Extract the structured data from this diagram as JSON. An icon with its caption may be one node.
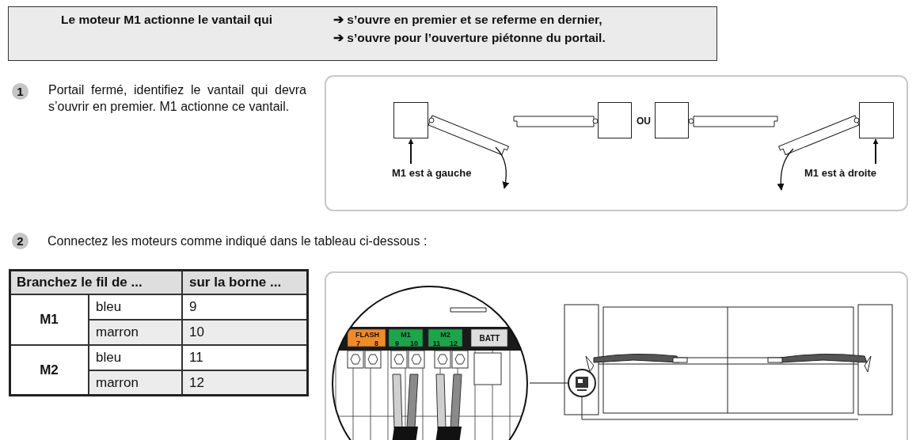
{
  "diagram": {
    "nodes": [
      {
        "text": [
          "Le moteur M1 actionne le vantail qui",
          "➔ s’ouvre en premier et se referme en dernier,",
          "➔ s’ouvre pour l’ouverture piétonne du portail."
        ]
      },
      {
        "text": [],
        "shape": "box"
      },
      {
        "text": [],
        "shape": "box"
      },
      {
        "text": [],
        "shape": "box"
      },
      {
        "text": [],
        "shape": "box"
      },
      {
        "text": [
          "M1 est à gauche"
        ]
      },
      {
        "text": [
          "M1 est à droite"
        ]
      },
      {
        "text": [],
        "shape": "circle"
      },
      {
        "text": [],
        "shape": "circle"
      }
    ],
    "edges": [
      {
        "from": 5,
        "to": 1,
        "arrow": "to"
      },
      {
        "from": 6,
        "to": 4,
        "arrow": "to"
      },
      {
        "from": 7,
        "to": 8,
        "arrow": "none"
      }
    ],
    "labels": [
      "1",
      "Portail fermé, identifiez le vantail qui devra s’ouvrir en premier. M1 actionne ce vantail.",
      "OU",
      "2",
      "Connectez les moteurs comme indiqué dans le tableau ci-dessous :",
      "Branchez le fil de ...",
      "sur la borne ...",
      "M1",
      "bleu",
      "9",
      "marron",
      "10",
      "M2",
      "bleu",
      "11",
      "marron",
      "12",
      "FLASH",
      "7",
      "8",
      "M1",
      "9",
      "10",
      "M2",
      "11",
      "12",
      "BATT"
    ]
  }
}
